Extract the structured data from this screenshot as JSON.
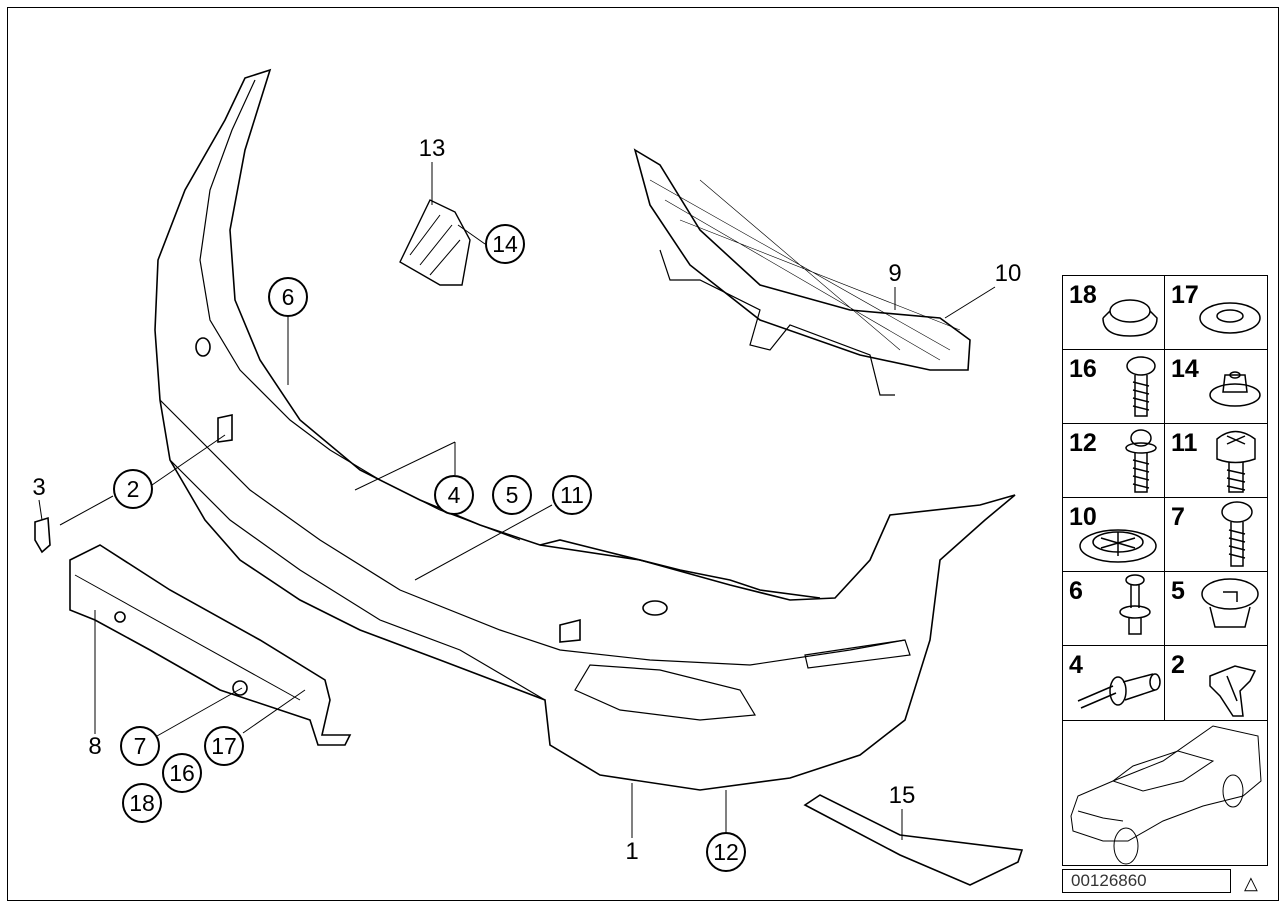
{
  "diagram": {
    "callouts": {
      "c1": "1",
      "c2": "2",
      "c3": "3",
      "c4": "4",
      "c5": "5",
      "c6": "6",
      "c7": "7",
      "c8": "8",
      "c9": "9",
      "c10": "10",
      "c11": "11",
      "c12": "12",
      "c13": "13",
      "c14": "14",
      "c15": "15",
      "c16": "16",
      "c17": "17",
      "c18": "18"
    },
    "legend_cells": [
      "18",
      "17",
      "16",
      "14",
      "12",
      "11",
      "10",
      "7",
      "6",
      "5",
      "4",
      "2"
    ],
    "document_number": "00126860",
    "warning_symbol": "△"
  }
}
